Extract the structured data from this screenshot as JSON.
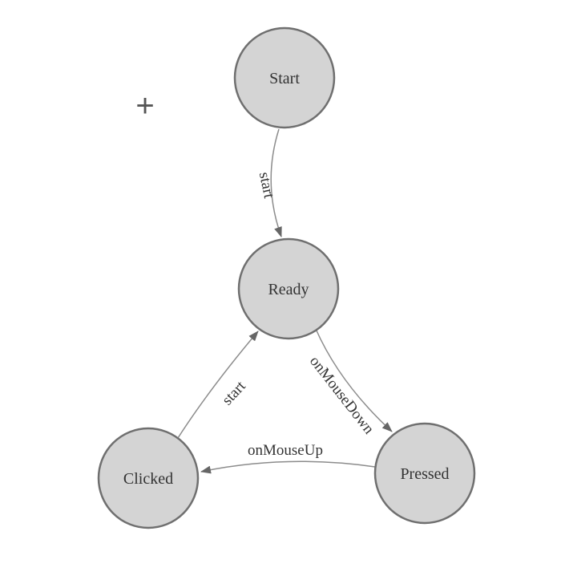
{
  "diagram": {
    "kind": "finite-state-machine",
    "cursor_glyph": "+",
    "nodes": [
      {
        "id": "start",
        "label": "Start"
      },
      {
        "id": "ready",
        "label": "Ready"
      },
      {
        "id": "clicked",
        "label": "Clicked"
      },
      {
        "id": "pressed",
        "label": "Pressed"
      }
    ],
    "edges": [
      {
        "from": "start",
        "to": "ready",
        "label": "start"
      },
      {
        "from": "ready",
        "to": "pressed",
        "label": "onMouseDown"
      },
      {
        "from": "pressed",
        "to": "clicked",
        "label": "onMouseUp"
      },
      {
        "from": "clicked",
        "to": "ready",
        "label": "start"
      }
    ],
    "colors": {
      "background": "#ffffff",
      "node_fill": "#d4d4d4",
      "node_stroke": "#6f6f6f",
      "edge_stroke": "#8c8c8c",
      "label_text": "#333333",
      "arrow_fill": "#666666",
      "cursor": "#555555"
    }
  }
}
